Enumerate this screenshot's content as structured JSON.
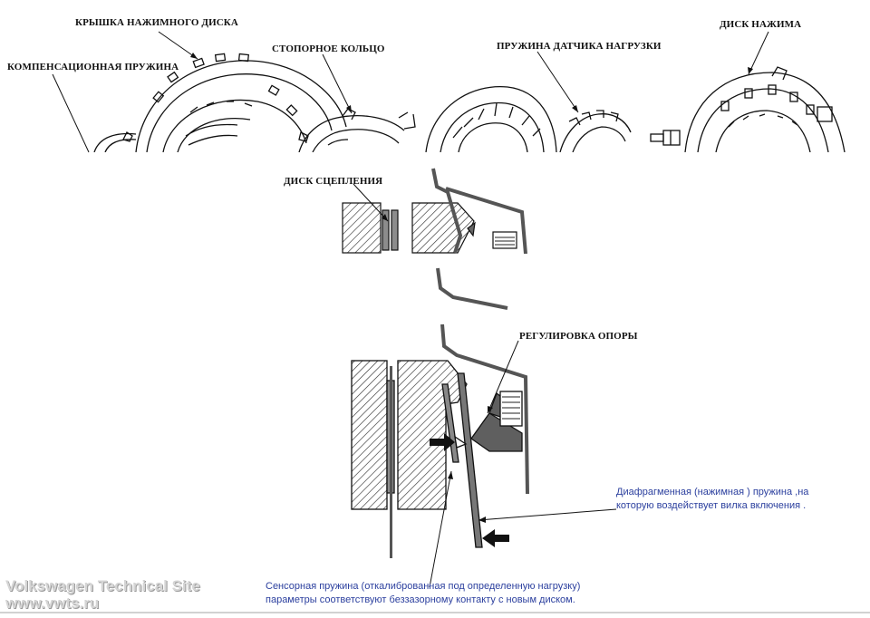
{
  "labels": {
    "pressure_plate_cover": "КРЫШКА НАЖИМНОГО ДИСКА",
    "compensation_spring": "КОМПЕНСАЦИОННАЯ ПРУЖИНА",
    "retaining_ring": "СТОПОРНОЕ КОЛЬЦО",
    "load_sensor_spring": "ПРУЖИНА ДАТЧИКА НАГРУЗКИ",
    "pressure_disc": "ДИСК НАЖИМА",
    "clutch_disc": "ДИСК СЦЕПЛЕНИЯ",
    "support_adjustment": "РЕГУЛИРОВКА ОПОРЫ"
  },
  "notes": {
    "diaphragm_line1": "Диафрагменная  (нажимная  )  пружина  ,на",
    "diaphragm_line2": "которую воздействует  вилка  включения  .",
    "sensor_line1": "Сенсорная  пружина  (откалиброванная под определенную нагрузку)",
    "sensor_line2": "параметры  соответствуют беззазорному   контакту с новым диском."
  },
  "watermark": {
    "line1": "Volkswagen Technical Site",
    "line2": "www.vwts.ru"
  },
  "colors": {
    "note_text": "#2b3f9e",
    "metal_gray": "#5f5f5f",
    "outline": "#111111"
  }
}
